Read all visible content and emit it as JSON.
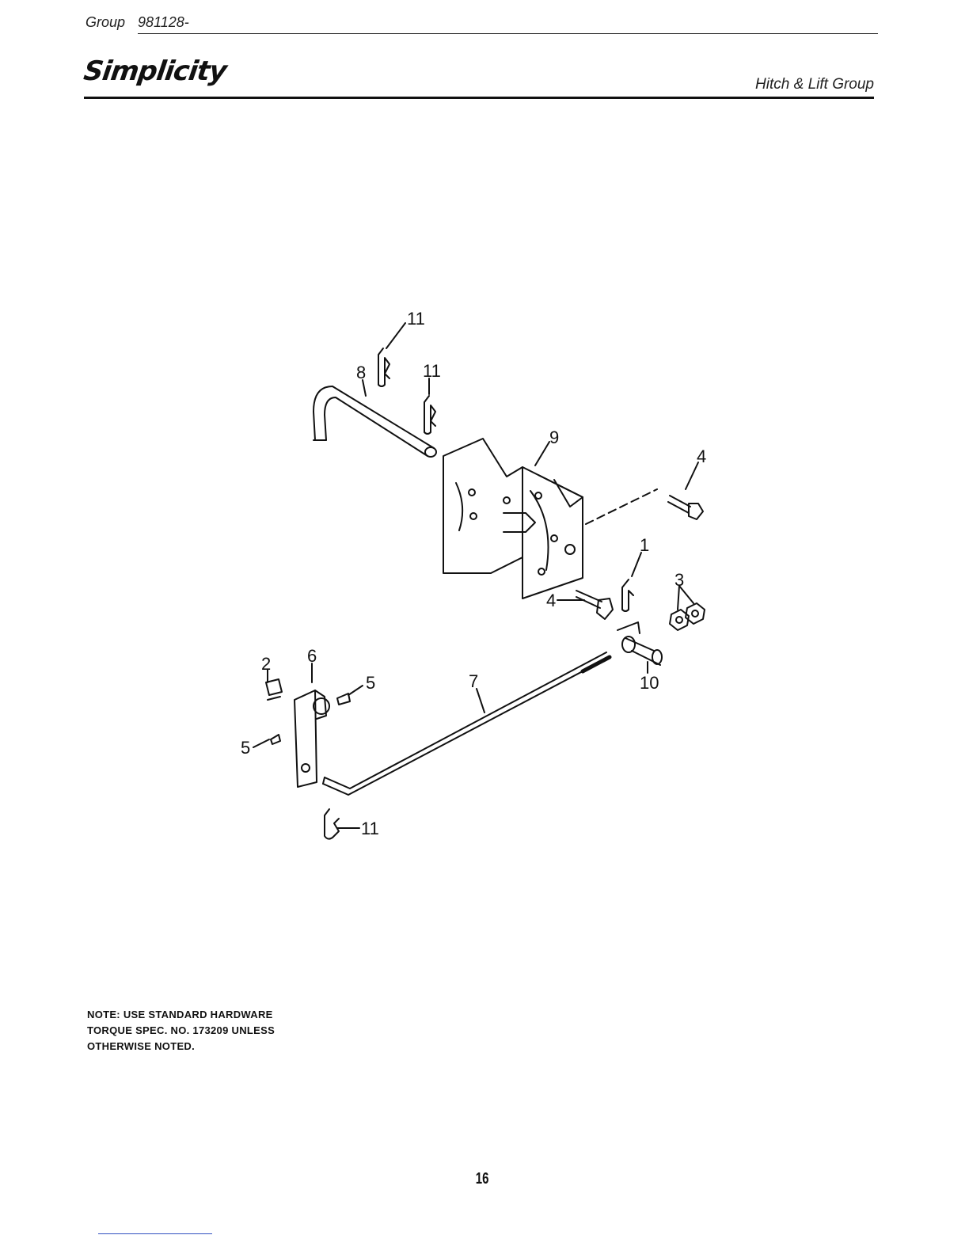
{
  "header": {
    "group_label": "Group",
    "group_number": "981128-",
    "brand": "Simplicity",
    "section_title": "Hitch & Lift Group"
  },
  "callouts": {
    "c11a": "11",
    "c8": "8",
    "c11b": "11",
    "c9": "9",
    "c4a": "4",
    "c1": "1",
    "c3": "3",
    "c4b": "4",
    "c2": "2",
    "c6": "6",
    "c5a": "5",
    "c7": "7",
    "c10": "10",
    "c5b": "5",
    "c11c": "11"
  },
  "note": {
    "line1": "NOTE:  USE STANDARD HARDWARE",
    "line2": "TORQUE SPEC. NO. 173209 UNLESS",
    "line3": "OTHERWISE NOTED."
  },
  "page_number": "16"
}
